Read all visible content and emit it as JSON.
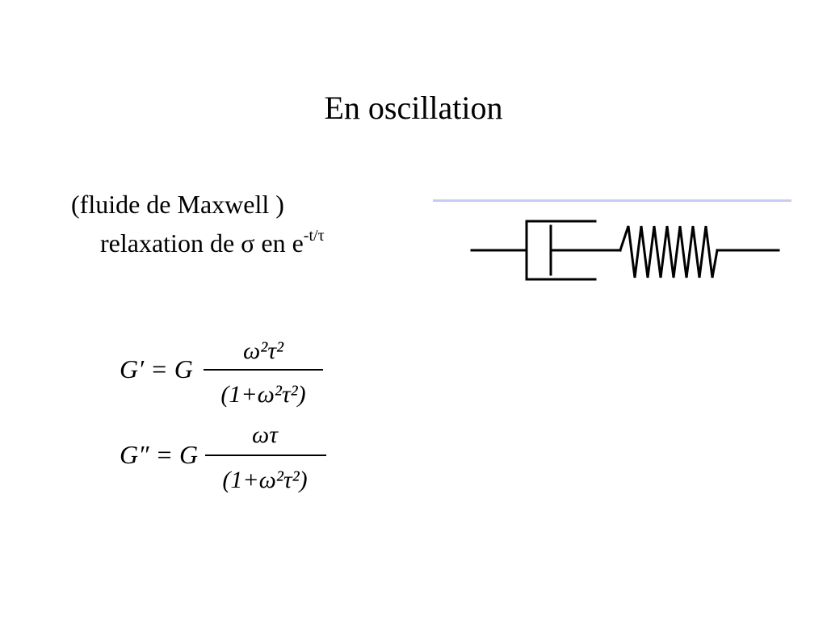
{
  "slide": {
    "title": "En oscillation",
    "line1": "(fluide de Maxwell )",
    "line2_prefix": "relaxation de ",
    "sigma": "σ",
    "line2_middle": " en e",
    "exponent": "-t/τ"
  },
  "formulas": {
    "g_prime": {
      "lhs": "G′ = G",
      "numerator": "ω²τ²",
      "denominator": "(1+ω²τ²)"
    },
    "g_double_prime": {
      "lhs": "G″ = G",
      "numerator": "ωτ",
      "denominator": "(1+ω²τ²)"
    }
  },
  "colors": {
    "background": "#ffffff",
    "text": "#000000",
    "rule": "#c8ccf5"
  },
  "icons": {
    "model": "maxwell-dashpot-spring-icon"
  }
}
